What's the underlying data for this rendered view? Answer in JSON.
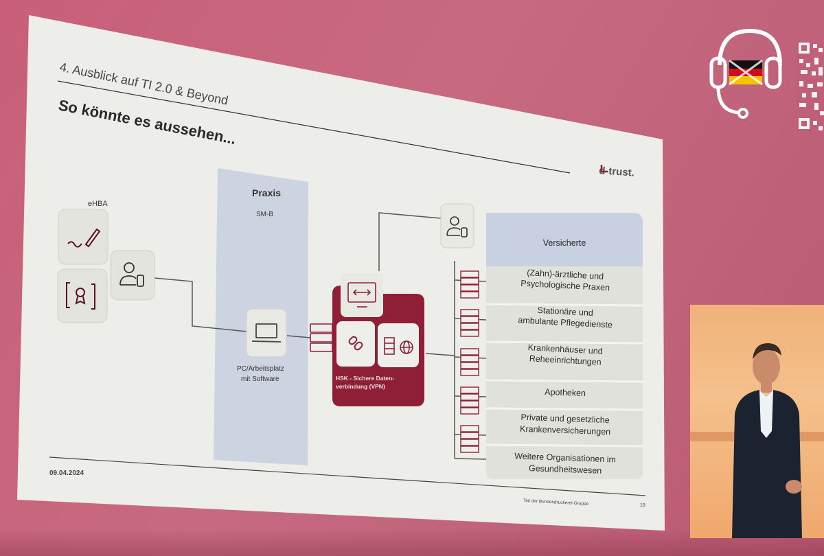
{
  "slide": {
    "section": "4. Ausblick auf TI 2.0 & Beyond",
    "title": "So könnte es aussehen...",
    "logo": "d-trust.",
    "date": "09.04.2024",
    "footer_note": "Teil der Bundesdruckerei-Gruppe",
    "page_number": "19"
  },
  "diagram": {
    "ehba_label": "eHBA",
    "praxis_title": "Praxis",
    "praxis_subtitle": "SM-B",
    "pc_label_line1": "PC/Arbeitsplatz",
    "pc_label_line2": "mit Software",
    "hsk_line1": "HSK - Sichere Daten-",
    "hsk_line2": "verbindung (VPN)",
    "versicherte": "Versicherte",
    "participants": [
      {
        "line1": "(Zahn)-ärztliche und",
        "line2": "Psychologische Praxen"
      },
      {
        "line1": "Stationäre und",
        "line2": "ambulante Pflegedienste"
      },
      {
        "line1": "Krankenhäuser und",
        "line2": "Reheeinrichtungen"
      },
      {
        "line1": "Apotheken",
        "line2": ""
      },
      {
        "line1": "Private und gesetzliche",
        "line2": "Krankenversicherungen"
      },
      {
        "line1": "Weitere Organisationen im",
        "line2": "Gesundheitswesen"
      }
    ]
  },
  "colors": {
    "brand": "#8e1f36",
    "panel_blue": "#c5cfdf",
    "row_grey": "#e3e3df",
    "versicherte_bg": "#c8d1e2"
  },
  "icons": [
    "pen-signature-icon",
    "certificate-icon",
    "user-phone-icon",
    "laptop-icon",
    "server-icon",
    "monitor-arrows-icon",
    "link-icon",
    "server-globe-icon",
    "headset-flag-icon",
    "qr-code-icon"
  ]
}
